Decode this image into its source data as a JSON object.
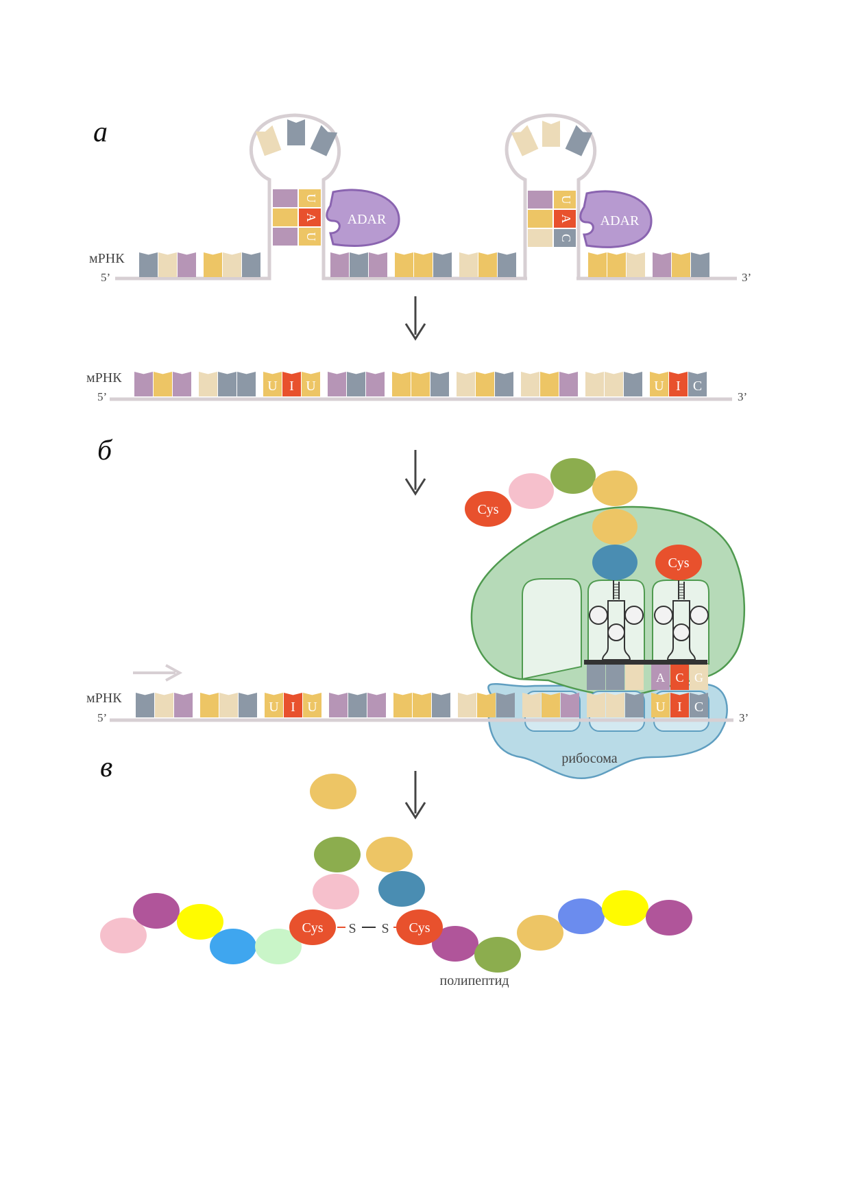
{
  "panels": {
    "a": "а",
    "b": "б",
    "c": "в"
  },
  "labels": {
    "mrna": "мРНК",
    "five_prime": "5’",
    "three_prime": "3’",
    "adar": "ADAR",
    "ribosome": "рибосома",
    "polypeptide": "полипептид",
    "cys": "Cys",
    "s": "S"
  },
  "nucleotides": {
    "U": "U",
    "A": "A",
    "I": "I",
    "C": "C",
    "G": "G"
  },
  "colors": {
    "purple": "#b695b6",
    "beige": "#ecdbb8",
    "yellow": "#edc565",
    "slate": "#8c98a6",
    "red": "#e8512d",
    "adar": "#b79ad0",
    "strand": "#d7cfd3",
    "ribosome_top": "#b6dab8",
    "ribosome_bottom": "#b9dbe7",
    "arrow": "#444444"
  }
}
